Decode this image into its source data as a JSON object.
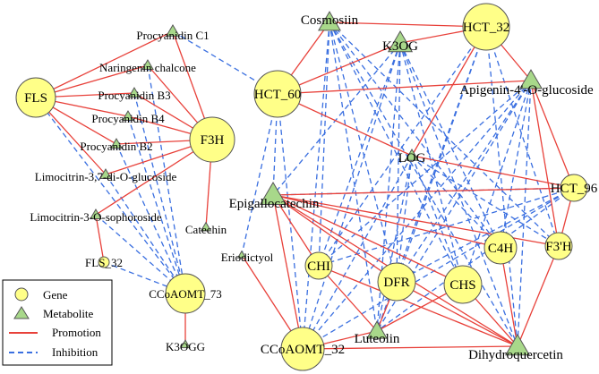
{
  "colors": {
    "gene_fill": "#ffff88",
    "metabolite_fill": "#a8d88a",
    "promotion": "#e8413a",
    "inhibition": "#3a6fe0",
    "outline": "#555555"
  },
  "legend": {
    "gene": "Gene",
    "metabolite": "Metabolite",
    "promotion": "Promotion",
    "inhibition": "Inhibition"
  },
  "nodes": {
    "fls": {
      "label": "FLS",
      "kind": "gene"
    },
    "f3h": {
      "label": "F3H",
      "kind": "gene"
    },
    "fls32": {
      "label": "FLS_32",
      "kind": "gene"
    },
    "ccoaomt73": {
      "label": "CCoAOMT_73",
      "kind": "gene"
    },
    "hct60": {
      "label": "HCT_60",
      "kind": "gene"
    },
    "hct32": {
      "label": "HCT_32",
      "kind": "gene"
    },
    "hct96": {
      "label": "HCT_96",
      "kind": "gene"
    },
    "f3h2": {
      "label": "F3'H",
      "kind": "gene"
    },
    "c4h": {
      "label": "C4H",
      "kind": "gene"
    },
    "chi": {
      "label": "CHI",
      "kind": "gene"
    },
    "dfr": {
      "label": "DFR",
      "kind": "gene"
    },
    "chs": {
      "label": "CHS",
      "kind": "gene"
    },
    "ccoaomt32": {
      "label": "CCoAOMT_32",
      "kind": "gene"
    },
    "procC1": {
      "label": "Procyanidin C1",
      "kind": "metabolite"
    },
    "narin": {
      "label": "Naringenin chalcone",
      "kind": "metabolite"
    },
    "procB3": {
      "label": "Procyanidin B3",
      "kind": "metabolite"
    },
    "procB4": {
      "label": "Procyanidin B4",
      "kind": "metabolite"
    },
    "procB2": {
      "label": "Procyanidin B2",
      "kind": "metabolite"
    },
    "limo37": {
      "label": "Limocitrin-3,7-di-O-glucoside",
      "kind": "metabolite"
    },
    "limo3s": {
      "label": "Limocitrin-3-O-sophoroside",
      "kind": "metabolite"
    },
    "catechin": {
      "label": "Catechin",
      "kind": "metabolite"
    },
    "k3ogg": {
      "label": "K3OGG",
      "kind": "metabolite"
    },
    "cosmosiin": {
      "label": "Cosmosiin",
      "kind": "metabolite"
    },
    "k3og": {
      "label": "K3OG",
      "kind": "metabolite"
    },
    "apig": {
      "label": "Apigenin-4'-O-glucoside",
      "kind": "metabolite"
    },
    "log": {
      "label": "LOG",
      "kind": "metabolite"
    },
    "epigallo": {
      "label": "Epigallocatechin",
      "kind": "metabolite"
    },
    "eriod": {
      "label": "Eriodictyol",
      "kind": "metabolite"
    },
    "luteolin": {
      "label": "Luteolin",
      "kind": "metabolite"
    },
    "dihydro": {
      "label": "Dihydroquercetin",
      "kind": "metabolite"
    }
  },
  "edges": {
    "promotion": [
      [
        "fls",
        "procC1"
      ],
      [
        "fls",
        "narin"
      ],
      [
        "fls",
        "procB3"
      ],
      [
        "fls",
        "procB4"
      ],
      [
        "fls",
        "procB2"
      ],
      [
        "fls",
        "limo37"
      ],
      [
        "f3h",
        "procC1"
      ],
      [
        "f3h",
        "narin"
      ],
      [
        "f3h",
        "procB3"
      ],
      [
        "f3h",
        "procB4"
      ],
      [
        "f3h",
        "procB2"
      ],
      [
        "f3h",
        "limo37"
      ],
      [
        "f3h",
        "limo3s"
      ],
      [
        "f3h",
        "catechin"
      ],
      [
        "limo3s",
        "fls32"
      ],
      [
        "ccoaomt73",
        "k3ogg"
      ],
      [
        "cosmosiin",
        "hct32"
      ],
      [
        "cosmosiin",
        "hct60"
      ],
      [
        "k3og",
        "hct32"
      ],
      [
        "k3og",
        "hct60"
      ],
      [
        "hct60",
        "apig"
      ],
      [
        "hct32",
        "apig"
      ],
      [
        "hct32",
        "log"
      ],
      [
        "apig",
        "f3h2"
      ],
      [
        "apig",
        "hct96"
      ],
      [
        "hct60",
        "log"
      ],
      [
        "log",
        "hct96"
      ],
      [
        "epigallo",
        "hct96"
      ],
      [
        "epigallo",
        "f3h2"
      ],
      [
        "epigallo",
        "c4h"
      ],
      [
        "epigallo",
        "chs"
      ],
      [
        "epigallo",
        "dfr"
      ],
      [
        "epigallo",
        "chi"
      ],
      [
        "epigallo",
        "ccoaomt32"
      ],
      [
        "epigallo",
        "dihydro"
      ],
      [
        "eriod",
        "ccoaomt32"
      ],
      [
        "ccoaomt32",
        "luteolin"
      ],
      [
        "luteolin",
        "chs"
      ],
      [
        "luteolin",
        "chi"
      ],
      [
        "luteolin",
        "dfr"
      ],
      [
        "ccoaomt32",
        "dihydro"
      ],
      [
        "dihydro",
        "f3h2"
      ],
      [
        "dihydro",
        "c4h"
      ],
      [
        "chi",
        "dihydro"
      ],
      [
        "dfr",
        "dihydro"
      ],
      [
        "chs",
        "dihydro"
      ],
      [
        "f3h2",
        "hct96"
      ]
    ],
    "inhibition": [
      [
        "procC1",
        "hct60"
      ],
      [
        "narin",
        "ccoaomt73"
      ],
      [
        "procB3",
        "ccoaomt73"
      ],
      [
        "procB4",
        "ccoaomt73"
      ],
      [
        "procB2",
        "ccoaomt73"
      ],
      [
        "limo37",
        "ccoaomt73"
      ],
      [
        "limo3s",
        "ccoaomt73"
      ],
      [
        "fls",
        "ccoaomt73"
      ],
      [
        "fls32",
        "ccoaomt73"
      ],
      [
        "hct60",
        "epigallo"
      ],
      [
        "hct60",
        "eriod"
      ],
      [
        "hct60",
        "ccoaomt32"
      ],
      [
        "cosmosiin",
        "chi"
      ],
      [
        "cosmosiin",
        "dfr"
      ],
      [
        "cosmosiin",
        "chs"
      ],
      [
        "cosmosiin",
        "c4h"
      ],
      [
        "cosmosiin",
        "luteolin"
      ],
      [
        "cosmosiin",
        "dihydro"
      ],
      [
        "cosmosiin",
        "ccoaomt32"
      ],
      [
        "cosmosiin",
        "f3h2"
      ],
      [
        "k3og",
        "chi"
      ],
      [
        "k3og",
        "dfr"
      ],
      [
        "k3og",
        "chs"
      ],
      [
        "k3og",
        "c4h"
      ],
      [
        "k3og",
        "luteolin"
      ],
      [
        "k3og",
        "dihydro"
      ],
      [
        "k3og",
        "ccoaomt32"
      ],
      [
        "k3og",
        "epigallo"
      ],
      [
        "hct32",
        "chi"
      ],
      [
        "hct32",
        "dfr"
      ],
      [
        "hct32",
        "luteolin"
      ],
      [
        "hct32",
        "dihydro"
      ],
      [
        "hct32",
        "f3h2"
      ],
      [
        "apig",
        "chi"
      ],
      [
        "apig",
        "dfr"
      ],
      [
        "apig",
        "chs"
      ],
      [
        "apig",
        "luteolin"
      ],
      [
        "apig",
        "ccoaomt32"
      ],
      [
        "apig",
        "dihydro"
      ],
      [
        "apig",
        "c4h"
      ],
      [
        "log",
        "dfr"
      ],
      [
        "log",
        "chs"
      ],
      [
        "log",
        "c4h"
      ],
      [
        "log",
        "ccoaomt32"
      ],
      [
        "log",
        "luteolin"
      ],
      [
        "log",
        "f3h2"
      ],
      [
        "hct96",
        "chi"
      ],
      [
        "hct96",
        "dfr"
      ],
      [
        "hct96",
        "luteolin"
      ],
      [
        "hct96",
        "ccoaomt32"
      ],
      [
        "epigallo",
        "hct96"
      ]
    ]
  }
}
